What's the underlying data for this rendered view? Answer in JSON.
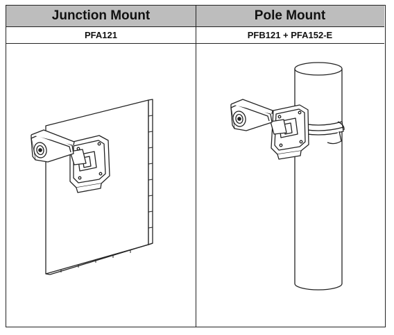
{
  "table": {
    "columns": [
      {
        "header": "Junction Mount",
        "model": "PFA121",
        "illustration": "camera-on-wall-junction-box"
      },
      {
        "header": "Pole Mount",
        "model": "PFB121 + PFA152-E",
        "illustration": "camera-on-pole-with-strap"
      }
    ]
  }
}
